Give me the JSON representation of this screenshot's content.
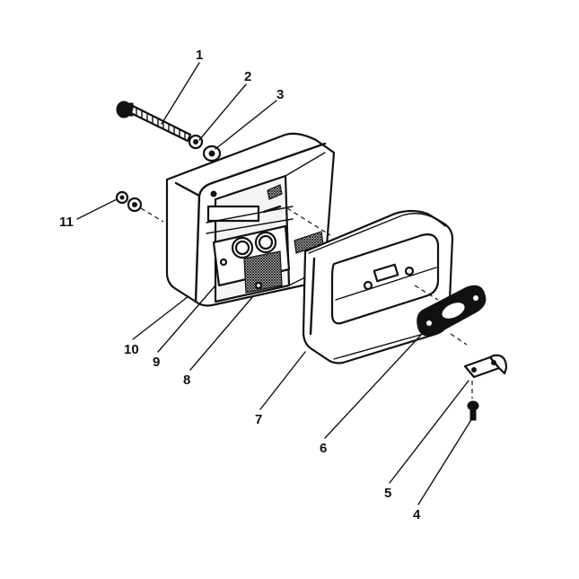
{
  "diagram": {
    "callouts": [
      {
        "key": "bolt",
        "label": "1"
      },
      {
        "key": "lock-washer",
        "label": "2"
      },
      {
        "key": "flat-washer",
        "label": "3"
      },
      {
        "key": "screw",
        "label": "4"
      },
      {
        "key": "bracket",
        "label": "5"
      },
      {
        "key": "gasket",
        "label": "6"
      },
      {
        "key": "muffler-body",
        "label": "7"
      },
      {
        "key": "spark-screen",
        "label": "8"
      },
      {
        "key": "heat-shield-plate",
        "label": "9"
      },
      {
        "key": "muffler-cover",
        "label": "10"
      },
      {
        "key": "nut-washer",
        "label": "11"
      }
    ]
  }
}
